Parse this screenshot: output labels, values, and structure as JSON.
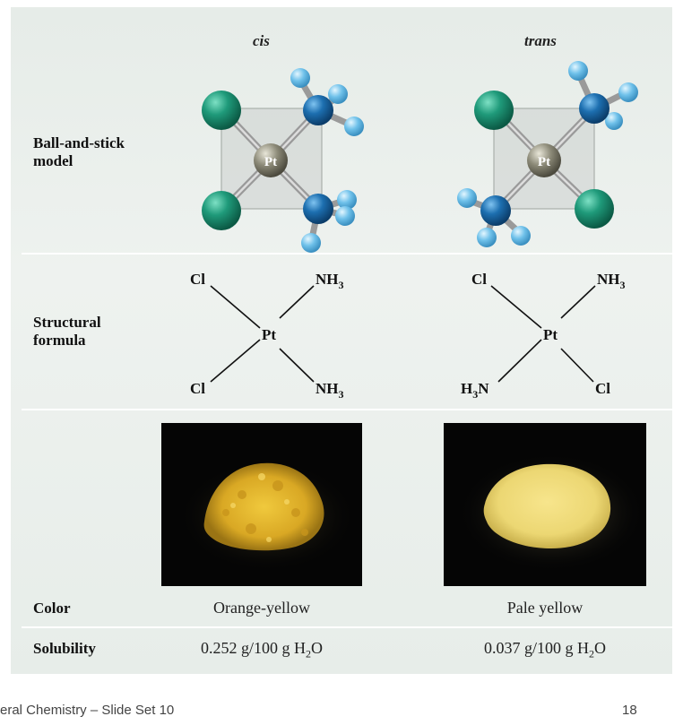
{
  "columns": {
    "cis": "cis",
    "trans": "trans"
  },
  "rows": {
    "ball_stick": "Ball-and-stick model",
    "structural_line1": "Structural",
    "structural_line2": "formula",
    "color": "Color",
    "solubility": "Solubility"
  },
  "atoms": {
    "pt": "Pt",
    "cl": "Cl",
    "nh3": "NH",
    "nh3_sub": "3",
    "h3n": "H",
    "h3n_sub": "3",
    "h3n_n": "N"
  },
  "cis": {
    "color": "Orange-yellow",
    "solubility_main": "0.252 g/100 g H",
    "solubility_sub": "2",
    "solubility_end": "O"
  },
  "trans": {
    "color": "Pale yellow",
    "solubility_main": "0.037 g/100 g H",
    "solubility_sub": "2",
    "solubility_end": "O"
  },
  "footer": {
    "title": "eral Chemistry – Slide Set 10",
    "page": "18"
  },
  "colors": {
    "cl_atom": "#1f9a7a",
    "n_atom": "#1d6fb0",
    "h_atom": "#6fc1ea",
    "pt_atom": "#8c8a78",
    "cis_powder": "#e3b62c",
    "trans_powder": "#ecd773"
  }
}
